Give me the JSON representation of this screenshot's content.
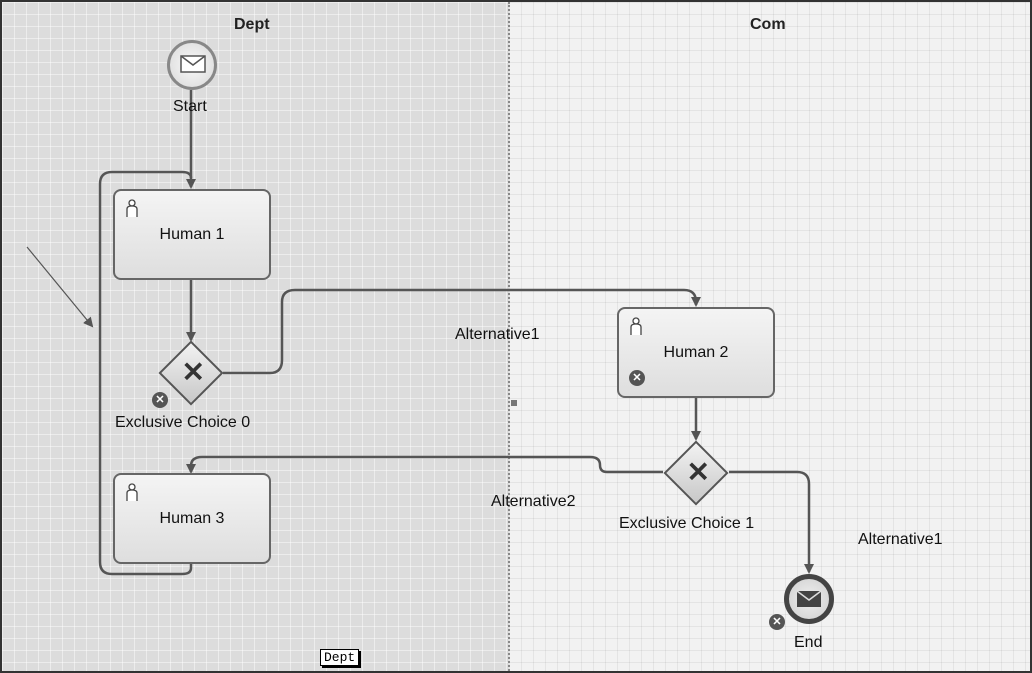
{
  "lanes": {
    "dept": "Dept",
    "com": "Com"
  },
  "nodes": {
    "start": "Start",
    "human1": "Human 1",
    "human2": "Human 2",
    "human3": "Human 3",
    "xor0": "Exclusive Choice 0",
    "xor1": "Exclusive Choice 1",
    "end": "End"
  },
  "flows": {
    "xor0_alt1": "Alternative1",
    "xor1_alt2": "Alternative2",
    "xor1_alt1": "Alternative1"
  },
  "tooltip": "Dept",
  "icons": {
    "task": "person-icon",
    "start": "envelope-icon",
    "end": "envelope-icon",
    "gateway": "x-mark-icon",
    "badge": "error-badge-icon"
  }
}
